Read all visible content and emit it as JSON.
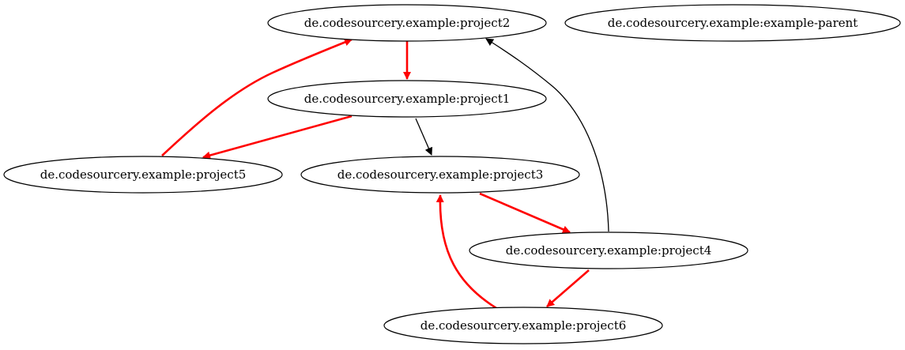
{
  "graph": {
    "nodes": [
      {
        "id": "project2",
        "label": "de.codesourcery.example:project2"
      },
      {
        "id": "example-parent",
        "label": "de.codesourcery.example:example-parent"
      },
      {
        "id": "project1",
        "label": "de.codesourcery.example:project1"
      },
      {
        "id": "project5",
        "label": "de.codesourcery.example:project5"
      },
      {
        "id": "project3",
        "label": "de.codesourcery.example:project3"
      },
      {
        "id": "project4",
        "label": "de.codesourcery.example:project4"
      },
      {
        "id": "project6",
        "label": "de.codesourcery.example:project6"
      }
    ],
    "edges": [
      {
        "from": "project2",
        "to": "project1",
        "cycle": true
      },
      {
        "from": "project1",
        "to": "project5",
        "cycle": true
      },
      {
        "from": "project5",
        "to": "project2",
        "cycle": true
      },
      {
        "from": "project1",
        "to": "project3",
        "cycle": false
      },
      {
        "from": "project3",
        "to": "project4",
        "cycle": true
      },
      {
        "from": "project4",
        "to": "project6",
        "cycle": true
      },
      {
        "from": "project6",
        "to": "project3",
        "cycle": true
      },
      {
        "from": "project4",
        "to": "project2",
        "cycle": false
      }
    ],
    "colors": {
      "cycle_edge": "#ff0000",
      "normal_edge": "#000000"
    }
  }
}
